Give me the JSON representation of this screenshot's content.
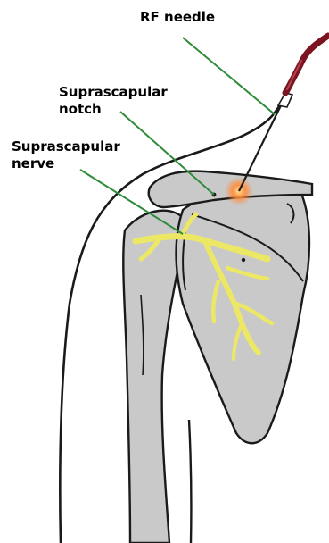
{
  "labels": {
    "rf_needle": "RF needle",
    "suprascapular_notch": "Suprascapular\nnotch",
    "suprascapular_nerve": "Suprascapular\nnerve"
  },
  "colors": {
    "outline": "#1a1a1a",
    "bone_fill": "#c9c9c9",
    "nerve": "#ece866",
    "leader_line": "#2e8b3a",
    "needle_handle": "#7a1420",
    "ablation_glow": "#ff8c3a"
  }
}
